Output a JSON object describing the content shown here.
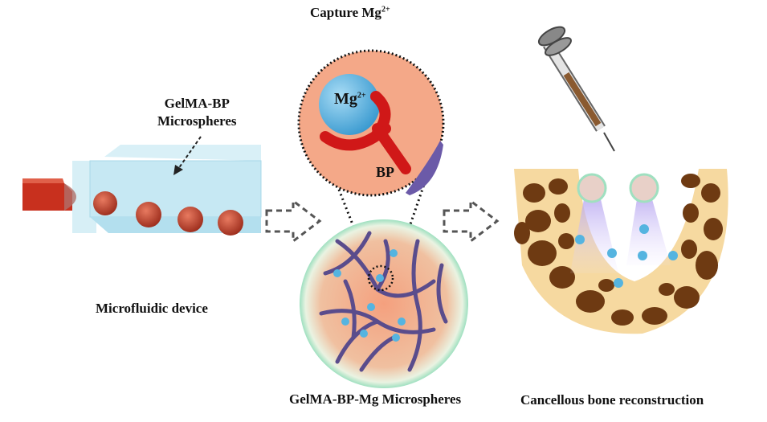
{
  "labels": {
    "capture_prefix": "Capture Mg",
    "capture_sup": "2+",
    "gelma_bp_line1": "GelMA-BP",
    "gelma_bp_line2": "Microspheres",
    "microfluidic": "Microfluidic device",
    "gelma_bp_mg": "GelMA-BP-Mg Microspheres",
    "cancellous": "Cancellous bone reconstruction",
    "mg_ion_prefix": "Mg",
    "mg_ion_sup": "2+",
    "bp": "BP"
  },
  "colors": {
    "droplet": "#b84030",
    "channel": "#bfe6f2",
    "mg_ion": "#55b4e0",
    "bp": "#d01818",
    "network": "#5a4c8c",
    "bone": "#6e3a12",
    "bone_light": "#f6d9a0",
    "zoom_bg": "#f4a888"
  }
}
